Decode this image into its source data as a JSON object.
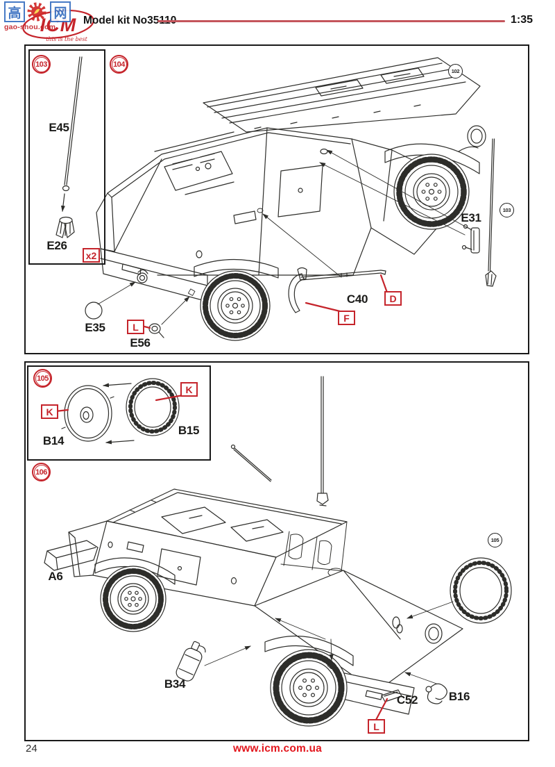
{
  "header": {
    "kit_label": "Model kit No35110",
    "scale": "1:35",
    "brand": "ICM",
    "tagline": "this is the best"
  },
  "watermark": {
    "char_left": "高",
    "char_right": "网",
    "site": "gao-shou.com"
  },
  "colors": {
    "accent_red": "#c5242b",
    "header_line_red": "#c4555c",
    "link_red": "#e3161d",
    "ink": "#2d2d2a"
  },
  "step103": {
    "badge": "103",
    "rod": "E45",
    "base": "E26",
    "multiplier": "x2"
  },
  "step104": {
    "badge": "104",
    "roof_ref": "102",
    "antenna_ref": "103",
    "bracket": "E31",
    "ring": "E35",
    "plug": "E56",
    "paint_l": "L",
    "pickaxe": "C40",
    "paint_d": "D",
    "paint_f": "F"
  },
  "step105": {
    "badge": "105",
    "disc": "B14",
    "tyre": "B15",
    "paint_k": "K"
  },
  "step106": {
    "badge": "106",
    "box": "A6",
    "wheel_ref": "105",
    "extinguisher": "B34",
    "plate": "C52",
    "paint_l": "L",
    "crank": "B16"
  },
  "footer": {
    "page_number": "24",
    "website": "www.icm.com.ua"
  }
}
